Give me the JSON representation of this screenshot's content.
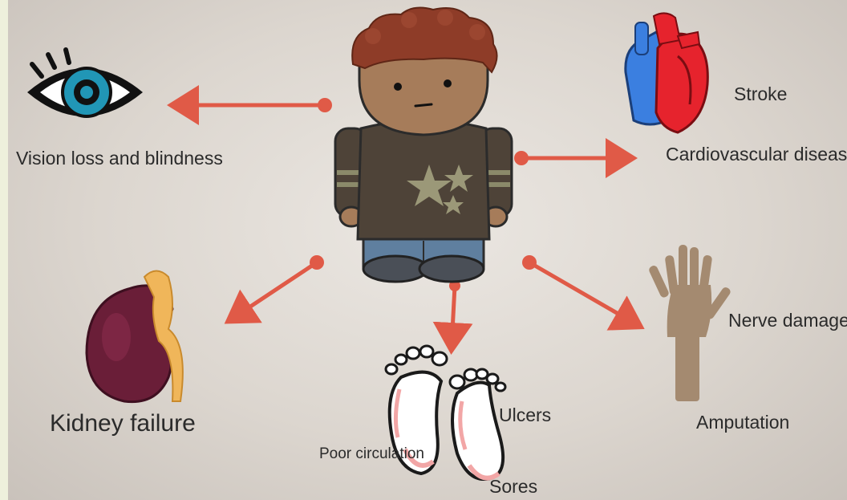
{
  "labels": {
    "vision": "Vision loss and blindness",
    "stroke": "Stroke",
    "cardio": "Cardiovascular disease",
    "kidney": "Kidney failure",
    "nerve": "Nerve damage",
    "amputation": "Amputation",
    "ulcers": "Ulcers",
    "poor_circulation": "Poor circulation",
    "sores": "Sores"
  },
  "colors": {
    "arrow": "#e05a47",
    "skin": "#a67c5a",
    "hair": "#8e3c28",
    "sweater": "#4e4338",
    "jeans": "#5f7f9f",
    "eye_iris": "#2196b6",
    "heart_red": "#e6232d",
    "heart_blue": "#3b7fe0",
    "kidney": "#6a1e38",
    "hand": "#a48a70"
  },
  "icons": [
    "eye-icon",
    "heart-icon",
    "kidney-icon",
    "hand-icon",
    "footprint-icon",
    "boy-figure"
  ]
}
